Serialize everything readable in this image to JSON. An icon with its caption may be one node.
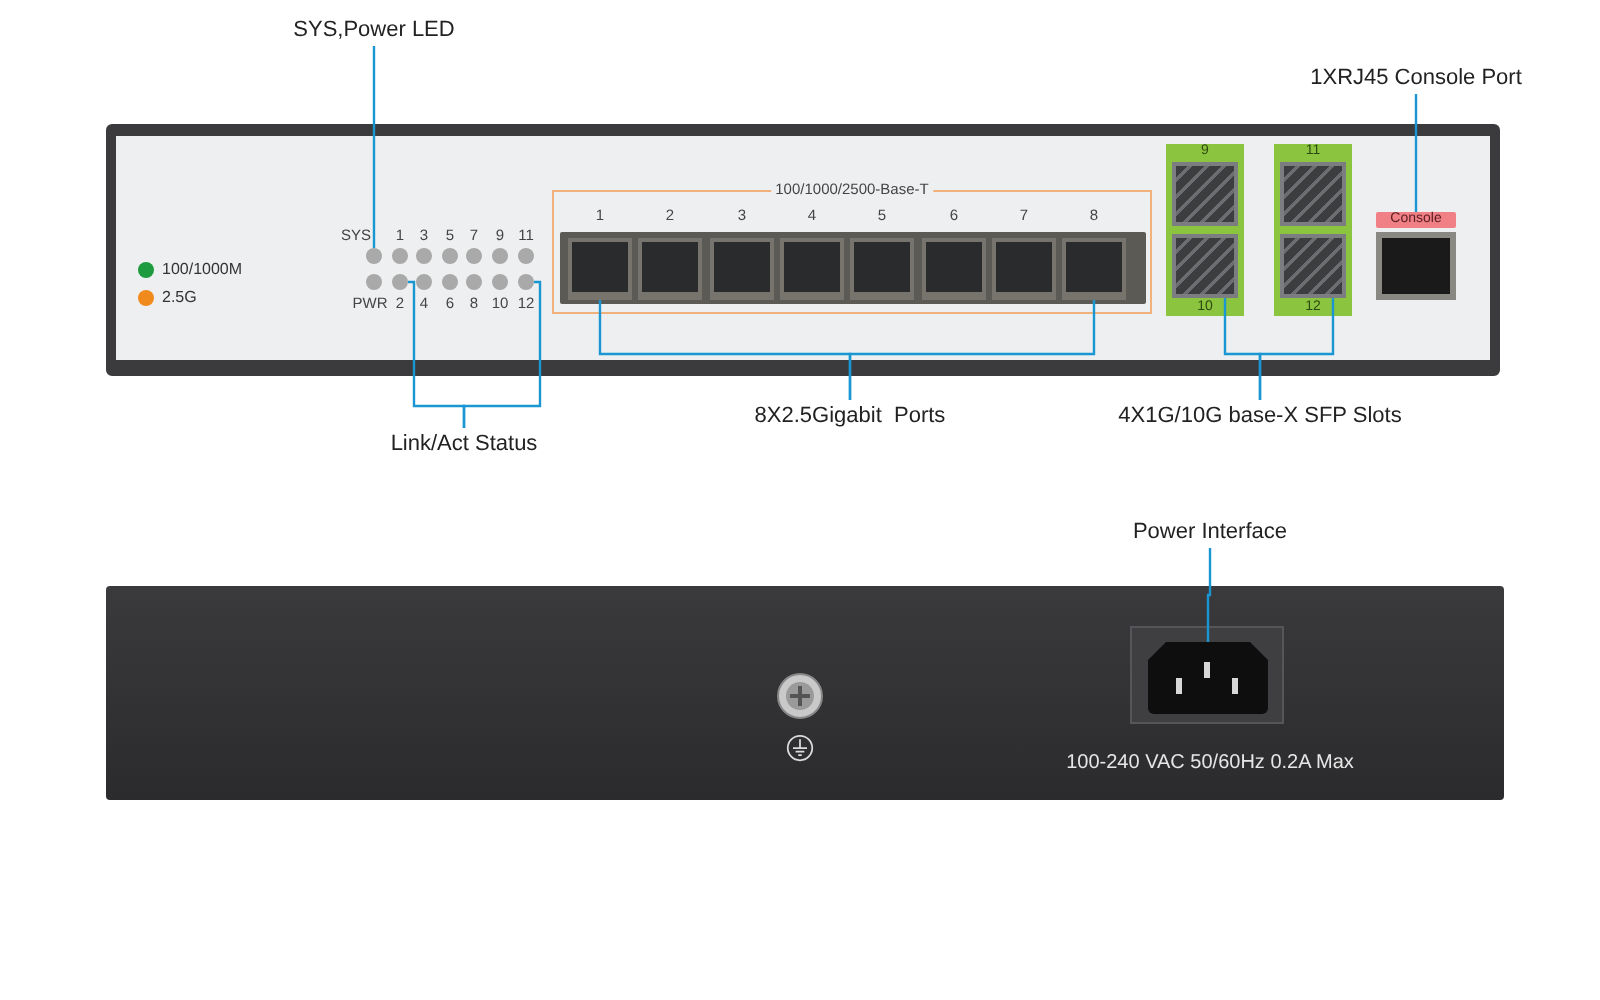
{
  "diagram": {
    "nodes": [
      {
        "text": [
          "SYS,Power LED"
        ]
      },
      {
        "text": [],
        "shape": "circle"
      },
      {
        "text": [
          "Link/Act Status"
        ]
      },
      {
        "text": [],
        "shape": "circle"
      },
      {
        "text": [],
        "shape": "circle"
      },
      {
        "text": [
          "8X2.5Gigabit  Ports"
        ]
      },
      {
        "text": [],
        "shape": "box"
      },
      {
        "text": [],
        "shape": "box"
      },
      {
        "text": [],
        "shape": "box"
      },
      {
        "text": [],
        "shape": "box"
      },
      {
        "text": [],
        "shape": "box"
      },
      {
        "text": [],
        "shape": "box"
      },
      {
        "text": [],
        "shape": "box"
      },
      {
        "text": [],
        "shape": "box"
      },
      {
        "text": [
          "4X1G/10G base-X SFP Slots"
        ]
      },
      {
        "text": [],
        "shape": "box"
      },
      {
        "text": [],
        "shape": "box"
      },
      {
        "text": [],
        "shape": "box"
      },
      {
        "text": [],
        "shape": "box"
      },
      {
        "text": [
          "1XRJ45 Console Port"
        ]
      },
      {
        "text": [
          "Console"
        ]
      },
      {
        "text": [
          "Power Interface"
        ]
      },
      {
        "text": [],
        "shape": "box"
      }
    ],
    "edges": [
      {
        "from": 0,
        "to": 1,
        "arrow": "none"
      },
      {
        "from": 2,
        "to": 3,
        "arrow": "none"
      },
      {
        "from": 2,
        "to": 4,
        "arrow": "none"
      },
      {
        "from": 5,
        "to": 6,
        "arrow": "none"
      },
      {
        "from": 5,
        "to": 13,
        "arrow": "none"
      },
      {
        "from": 14,
        "to": 16,
        "arrow": "none"
      },
      {
        "from": 14,
        "to": 18,
        "arrow": "none"
      },
      {
        "from": 19,
        "to": 20,
        "arrow": "none"
      },
      {
        "from": 21,
        "to": 22,
        "arrow": "none"
      }
    ],
    "labels": [
      "SYS",
      "1",
      "3",
      "5",
      "7",
      "9",
      "11",
      "PWR",
      "2",
      "4",
      "6",
      "8",
      "10",
      "12",
      "100/1000/2500-Base-T",
      "1",
      "2",
      "3",
      "4",
      "5",
      "6",
      "7",
      "8",
      "9",
      "11",
      "10",
      "12",
      "100-240 VAC 50/60Hz 0.2A Max"
    ],
    "legend": [
      {
        "text": "100/1000M",
        "color": "#1e9b3f"
      },
      {
        "text": "2.5G",
        "color": "#f08a1c"
      }
    ]
  }
}
